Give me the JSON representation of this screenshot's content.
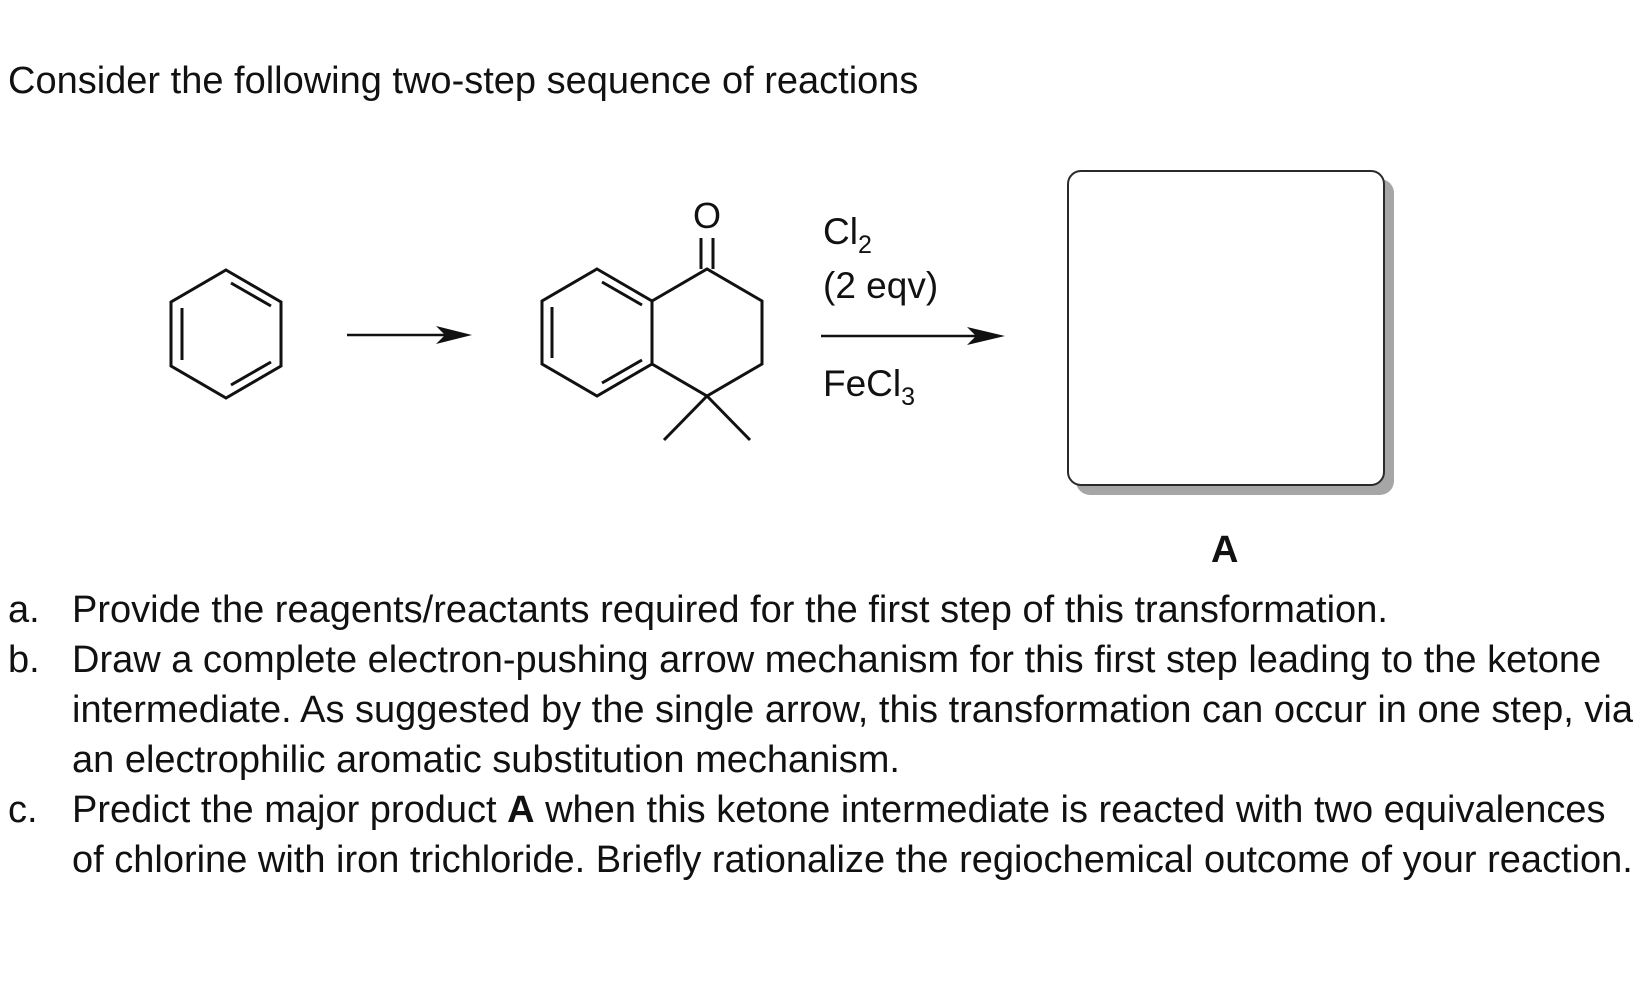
{
  "intro": "Consider the following two-step sequence of reactions",
  "scheme": {
    "oxygen_label": "O",
    "reagent_top": "Cl",
    "reagent_top_sub": "2",
    "reagent_eqv": "(2 eqv)",
    "reagent_bottom": "FeCl",
    "reagent_bottom_sub": "3",
    "product_label": "A"
  },
  "questions": [
    {
      "marker": "a.",
      "text": "Provide the reagents/reactants required for the first step of this transformation."
    },
    {
      "marker": "b.",
      "text": "Draw a complete electron-pushing arrow mechanism for this first step leading to the ketone intermediate. As suggested by the single arrow, this transformation can occur in one step, via an electrophilic aromatic substitution mechanism."
    },
    {
      "marker": "c.",
      "text_before": "Predict the major product ",
      "text_bold": "A",
      "text_after": " when this ketone intermediate is reacted with two equivalences of chlorine with iron trichloride. Briefly rationalize the regiochemical outcome of your reaction."
    }
  ]
}
